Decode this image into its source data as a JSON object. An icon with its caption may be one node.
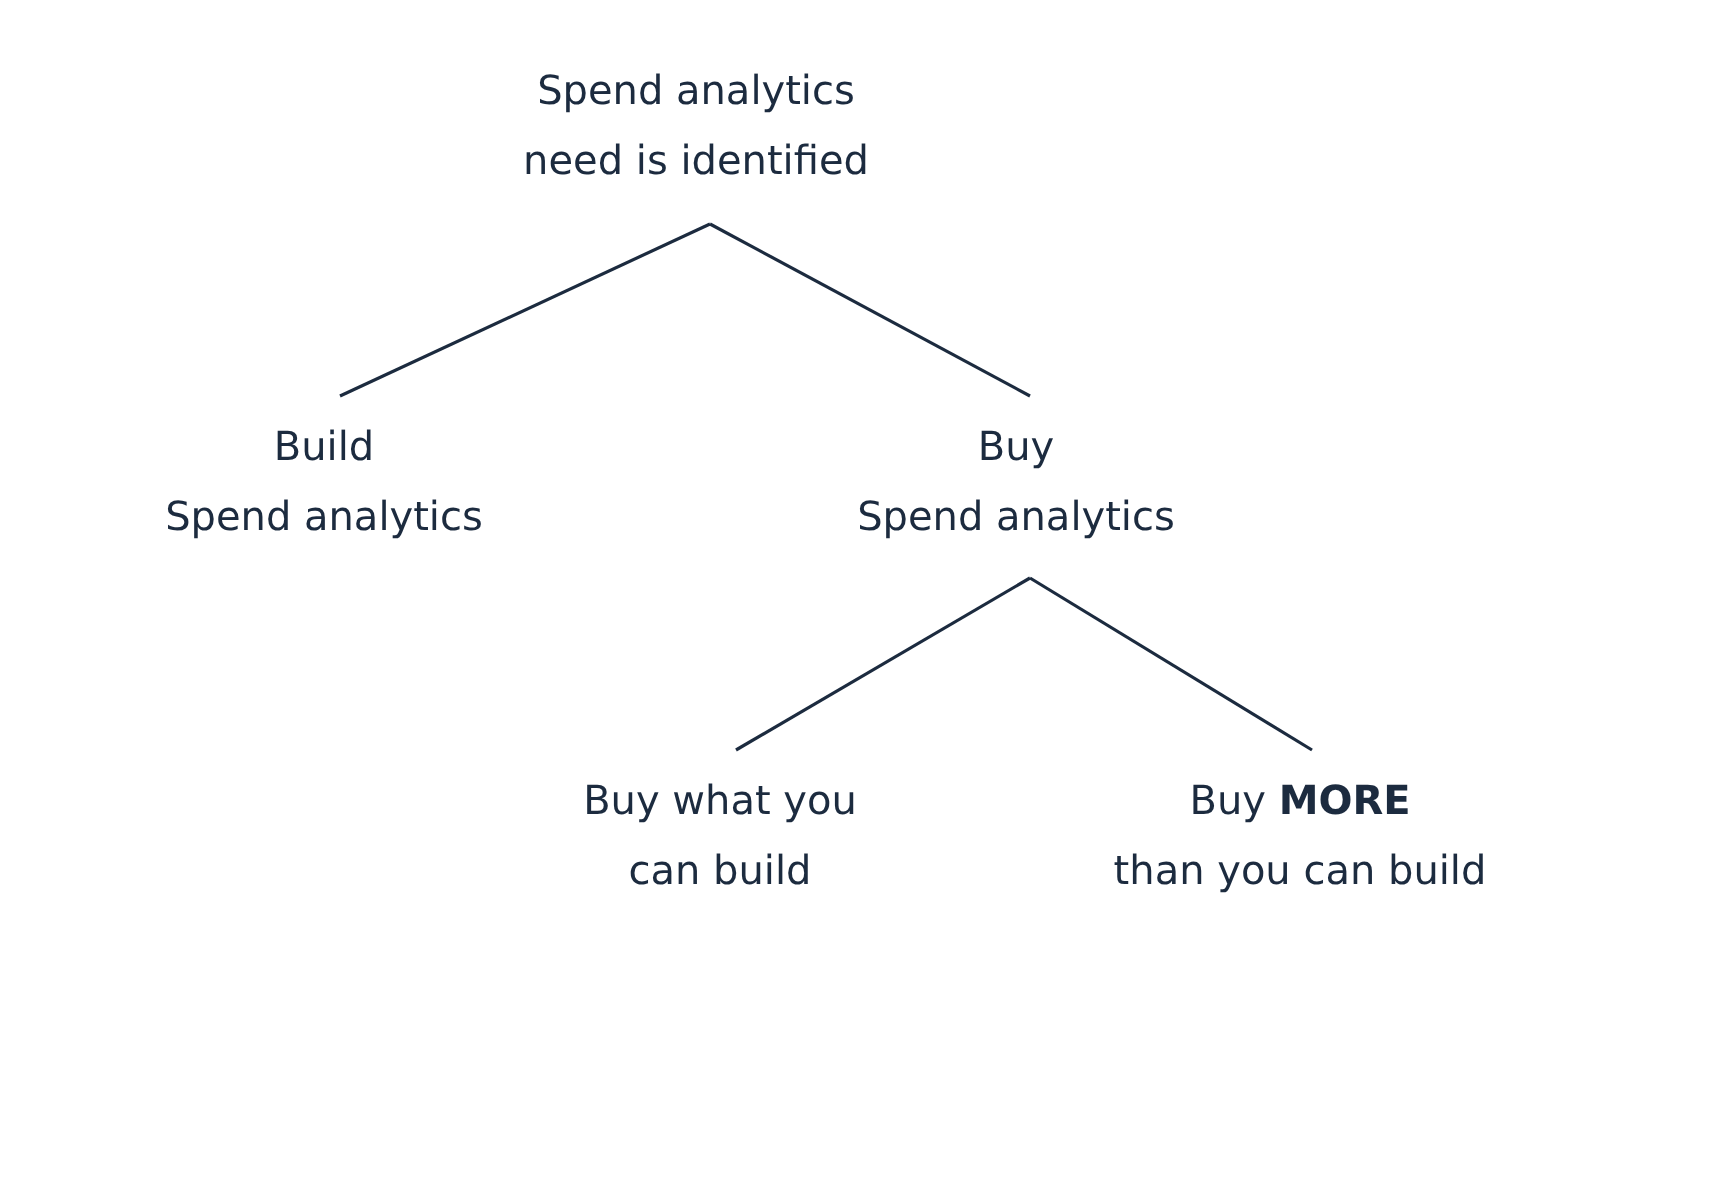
{
  "diagram": {
    "nodes": [
      {
        "text": [
          "Spend analytics need is identified"
        ]
      },
      {
        "text": [
          "Build",
          "Spend analytics"
        ]
      },
      {
        "text": [
          "Buy",
          "Spend analytics"
        ]
      },
      {
        "text": [
          "Buy what you can build"
        ]
      },
      {
        "text": [
          "Buy **MORE**",
          "than you can build"
        ]
      }
    ],
    "edges": [
      {
        "from": 0,
        "to": 1,
        "arrow": "none"
      },
      {
        "from": 0,
        "to": 2,
        "arrow": "none"
      },
      {
        "from": 2,
        "to": 3,
        "arrow": "none"
      },
      {
        "from": 2,
        "to": 4,
        "arrow": "none"
      }
    ]
  }
}
